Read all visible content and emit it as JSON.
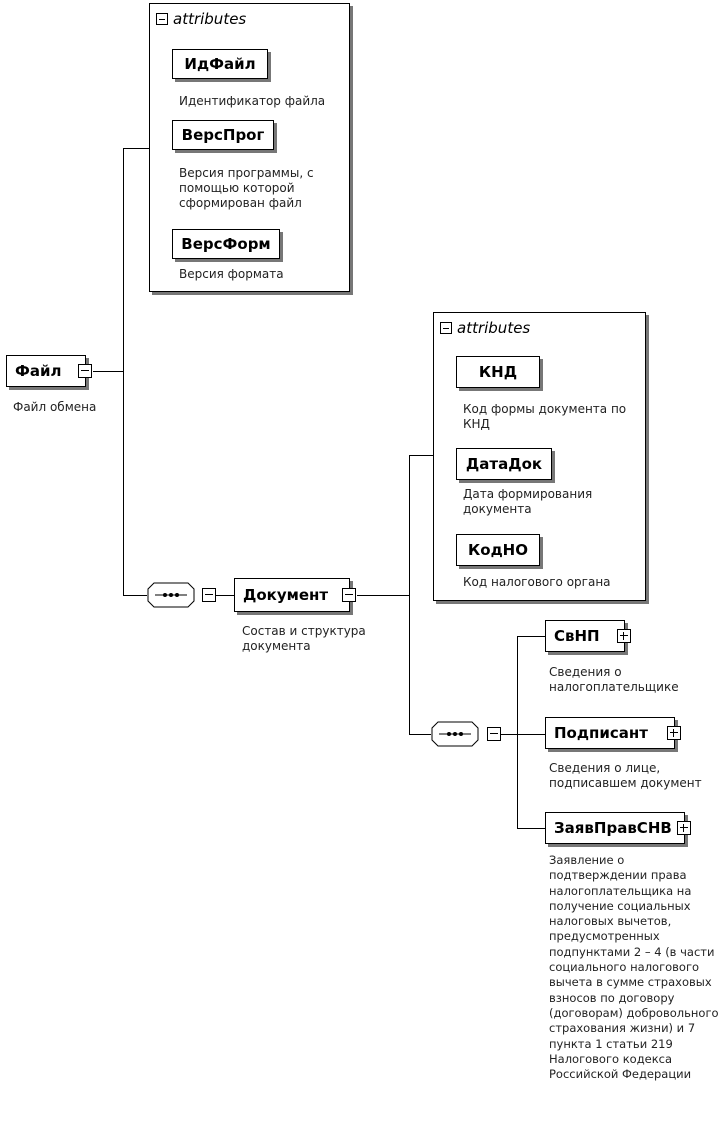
{
  "root": {
    "name": "Файл",
    "description": "Файл обмена"
  },
  "root_attributes": {
    "title": "attributes",
    "items": [
      {
        "name": "ИдФайл",
        "description": "Идентификатор файла"
      },
      {
        "name": "ВерсПрог",
        "description": "Версия программы, с помощью которой сформирован файл"
      },
      {
        "name": "ВерсФорм",
        "description": "Версия формата"
      }
    ]
  },
  "document": {
    "name": "Документ",
    "description": "Состав и структура документа"
  },
  "document_attributes": {
    "title": "attributes",
    "items": [
      {
        "name": "КНД",
        "description": "Код формы документа по КНД"
      },
      {
        "name": "ДатаДок",
        "description": "Дата формирования документа"
      },
      {
        "name": "КодНО",
        "description": "Код налогового органа"
      }
    ]
  },
  "children": [
    {
      "name": "СвНП",
      "description": "Сведения о налогоплательщике"
    },
    {
      "name": "Подписант",
      "description": "Сведения о лице, подписавшем документ"
    },
    {
      "name": "ЗаявПравСНВ",
      "description": "Заявление о подтверждении права налогоплательщика на получение социальных налоговых вычетов, предусмотренных подпунктами 2 – 4 (в части социального налогового вычета в сумме страховых взносов по договору (договорам) добровольного страхования жизни) и 7 пункта 1 статьи 219 Налогового кодекса Российской Федерации"
    }
  ]
}
